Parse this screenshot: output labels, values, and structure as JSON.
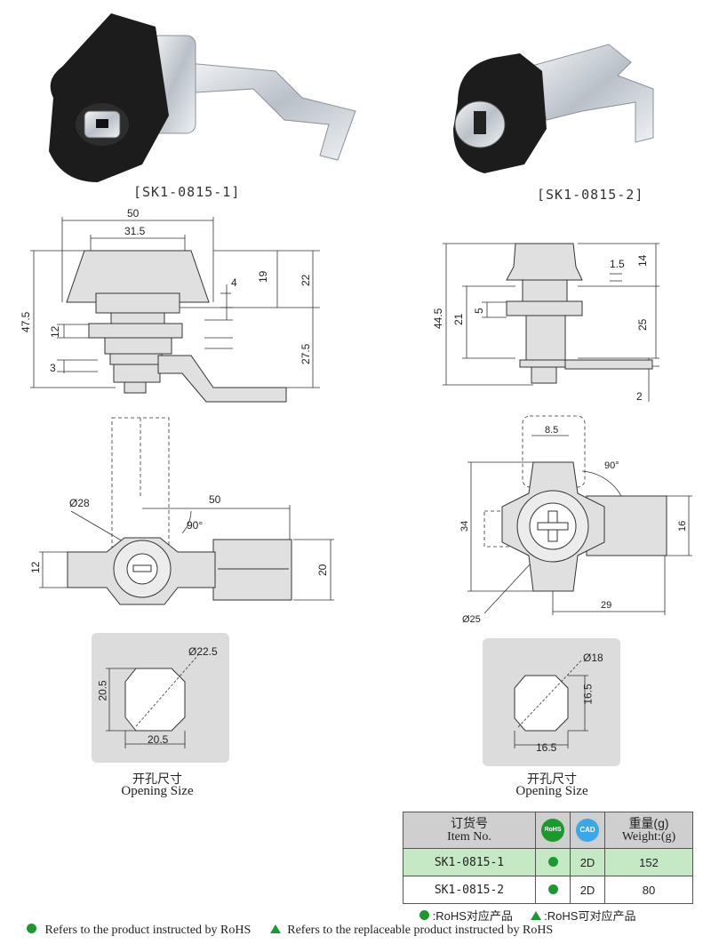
{
  "products": {
    "left_caption": "[SK1-0815-1]",
    "right_caption": "[SK1-0815-2]"
  },
  "dims_left_side": [
    "50",
    "31.5",
    "19",
    "22",
    "4",
    "47.5",
    "12",
    "27.5",
    "3"
  ],
  "dims_right_side": [
    "1.5",
    "14",
    "44.5",
    "21",
    "5",
    "25",
    "2"
  ],
  "dims_left_top": [
    "Ø28",
    "50",
    "90°",
    "12",
    "20"
  ],
  "dims_right_top": [
    "8.5",
    "90°",
    "34",
    "16",
    "Ø25",
    "29"
  ],
  "opening_left": {
    "diameter": "Ø22.5",
    "height": "20.5",
    "width": "20.5"
  },
  "opening_right": {
    "diameter": "Ø18",
    "height": "16.5",
    "width": "16.5"
  },
  "opening_label_cn": "开孔尺寸",
  "opening_label_en": "Opening Size",
  "table": {
    "header_cn": "订货号",
    "header_en": "Item No.",
    "rohs_icon": "RoHS",
    "cad_icon": "CAD",
    "weight_cn": "重量(g)",
    "weight_en": "Weight:(g)",
    "rows": [
      {
        "item": "SK1-0815-1",
        "cad": "2D",
        "weight": "152"
      },
      {
        "item": "SK1-0815-2",
        "cad": "2D",
        "weight": "80"
      }
    ]
  },
  "legend_cn_1": ":RoHS对应产品",
  "legend_cn_2": ":RoHS可对应产品",
  "legend_en_1": "Refers to the product instructed by RoHS",
  "legend_en_2": "Refers to the replaceable product instructed by RoHS",
  "colors": {
    "rohs_green": "#1a9a2c",
    "row_highlight": "#c6e9c5",
    "header_gray": "#cfcfcf"
  }
}
